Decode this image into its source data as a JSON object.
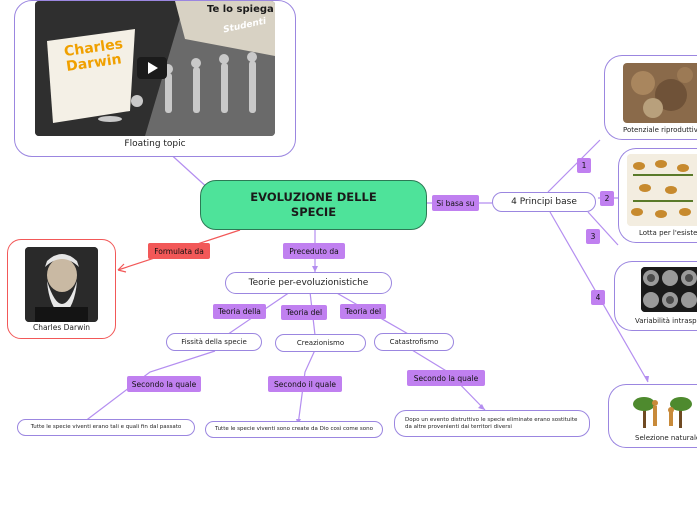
{
  "central": {
    "title_line1": "EVOLUZIONE DELLE",
    "title_line2": "SPECIE"
  },
  "video_card": {
    "caption": "Floating topic",
    "thumb_text_top": "Te lo spiega",
    "thumb_text_brand": "Studenti",
    "thumb_title_line1": "Charles",
    "thumb_title_line2": "Darwin"
  },
  "darwin_card": {
    "caption": "Charles Darwin"
  },
  "labels": {
    "formulata": "Formulata da",
    "preceduto": "Preceduto da",
    "si_basa": "Si basa su",
    "teoria_della": "Teoria della",
    "teoria_del_1": "Teoria del",
    "teoria_del_2": "Teoria del",
    "secondo_la_quale_1": "Secondo la quale",
    "secondo_il_quale": "Secondo il quale",
    "secondo_la_quale_2": "Secondo la quale",
    "n1": "1",
    "n2": "2",
    "n3": "3",
    "n4": "4"
  },
  "topics": {
    "teorie": "Teorie per-evoluzionistiche",
    "fissita": "Fissità della specie",
    "creazionismo": "Creazionismo",
    "catastrofismo": "Catastrofismo",
    "principi": "4 Principi base",
    "desc_fissita": "Tutte le specie viventi erano tali e quali fin dal passato",
    "desc_creazionismo": "Tutte le specie viventi sono create da Dio così come sono",
    "desc_catastrofismo": "Dopo un evento distruttivo le specie eliminate erano sostituite da altre provenienti dai territori diversi"
  },
  "principles": {
    "p1": "Potenziale riproduttivo",
    "p2": "Lotta per l'esistenza",
    "p3": "Variabilità intraspecifica",
    "p4": "Selezione naturale"
  },
  "colors": {
    "central_fill": "#4ee39a",
    "link_purple": "#b48ef0",
    "link_red": "#f25858",
    "label_purple": "#c080f0",
    "label_red": "#f25858"
  }
}
